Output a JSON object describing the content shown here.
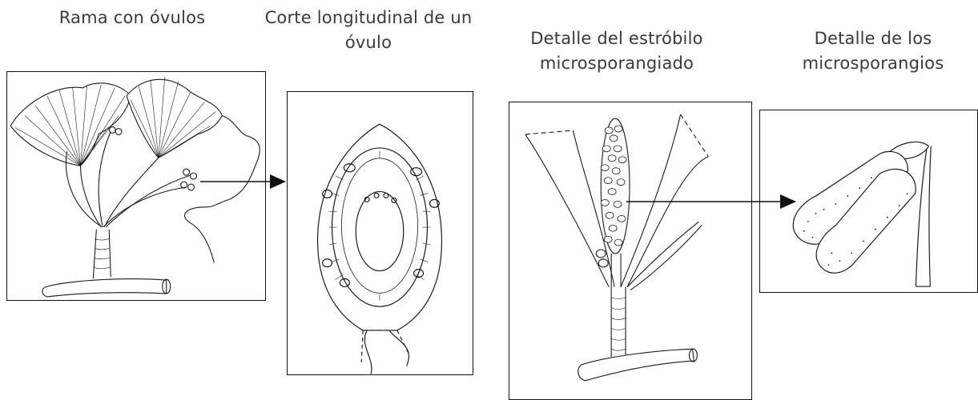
{
  "captions": {
    "branch_ovules": [
      "Rama con óvulos"
    ],
    "ovule_section": [
      "Corte longitudinal de un",
      "óvulo"
    ],
    "strobilus": [
      "Detalle del estróbilo",
      "microsporangiado"
    ],
    "microsporangia": [
      "Detalle de los",
      "microsporangios"
    ]
  },
  "colors": {
    "ink": "#1a1a1a",
    "caption": "#3a3a3a"
  }
}
